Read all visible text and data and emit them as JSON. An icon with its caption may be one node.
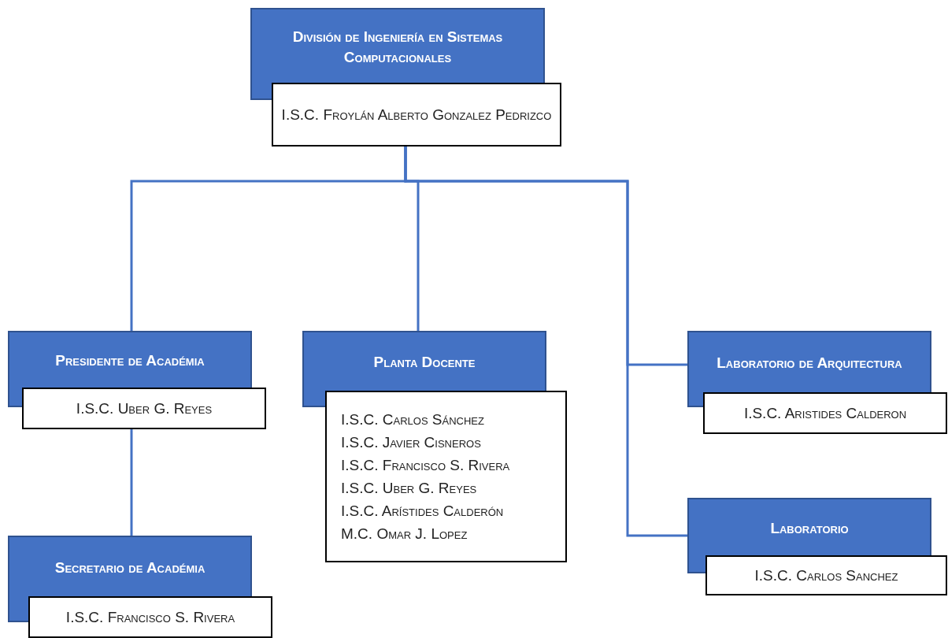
{
  "diagram": {
    "nodes": [
      {
        "text": [
          "División de Ingeniería en Sistemas Computacionales",
          "I.S.C. Froylán Alberto Gonzalez Pedrizco"
        ]
      },
      {
        "text": [
          "Presidente de Académia",
          "I.S.C. Uber G. Reyes"
        ]
      },
      {
        "text": [
          "Planta Docente",
          "I.S.C. Carlos Sánchez",
          "I.S.C. Javier Cisneros",
          "I.S.C. Francisco S. Rivera",
          "I.S.C. Uber G. Reyes",
          "I.S.C. Arístides Calderón",
          "M.C. Omar J. Lopez"
        ]
      },
      {
        "text": [
          "Laboratorio de Arquitectura",
          "I.S.C. Aristides Calderon"
        ]
      },
      {
        "text": [
          "Laboratorio",
          "I.S.C. Carlos Sanchez"
        ]
      },
      {
        "text": [
          "Secretario de Académia",
          "I.S.C. Francisco S. Rivera"
        ]
      }
    ],
    "edges": [
      {
        "from": 0,
        "to": 1,
        "arrow": "none"
      },
      {
        "from": 0,
        "to": 2,
        "arrow": "none"
      },
      {
        "from": 0,
        "to": 3,
        "arrow": "none"
      },
      {
        "from": 0,
        "to": 4,
        "arrow": "none"
      },
      {
        "from": 1,
        "to": 5,
        "arrow": "none"
      }
    ]
  }
}
